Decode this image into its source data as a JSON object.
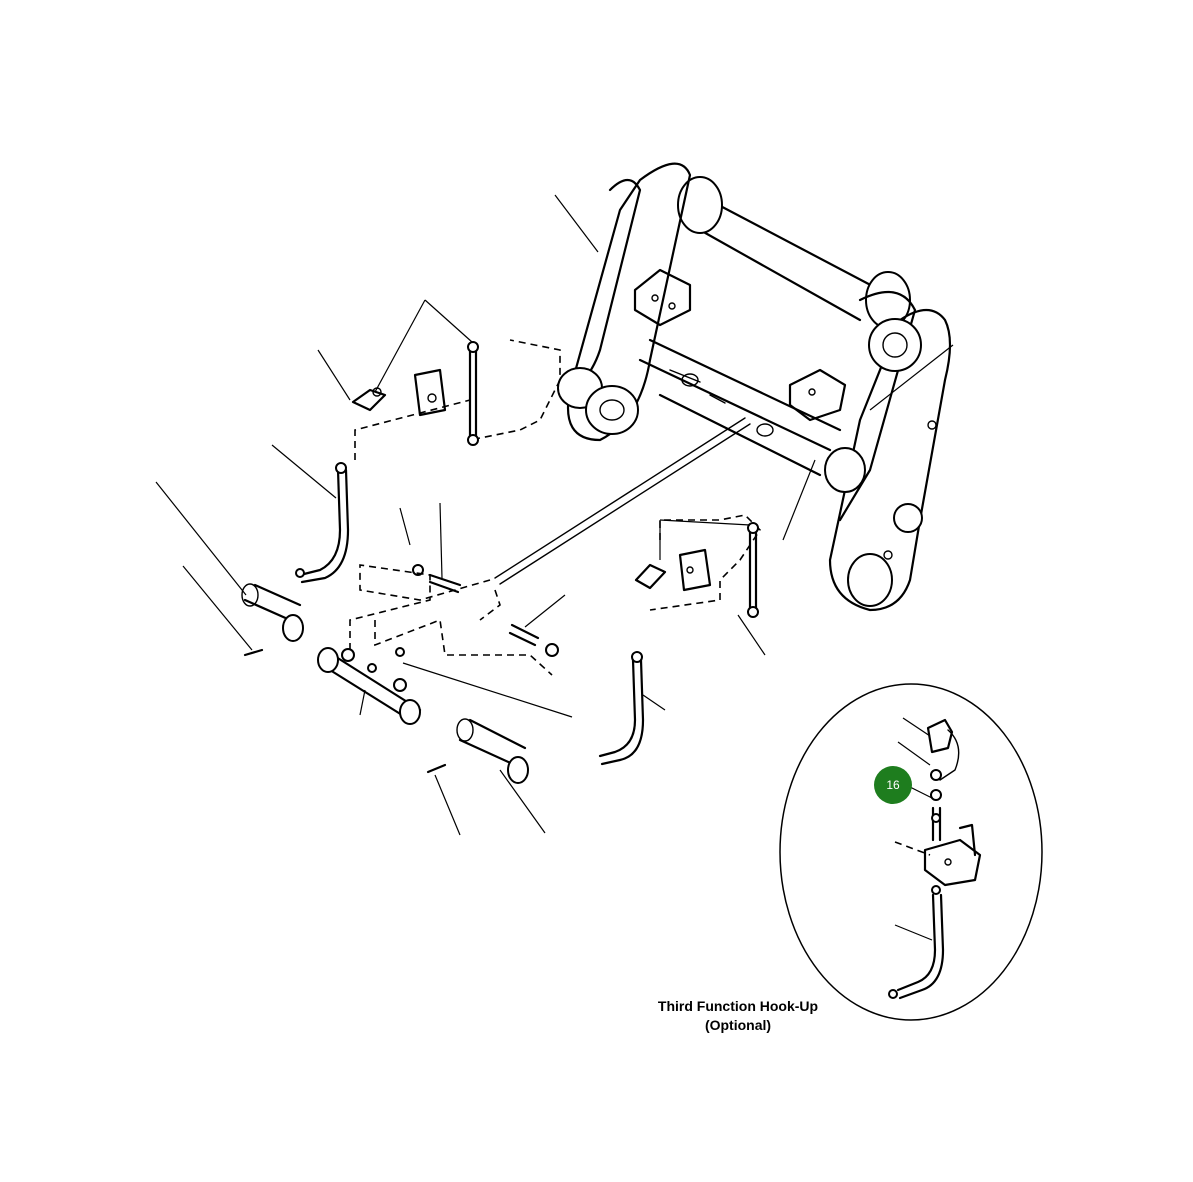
{
  "diagram": {
    "callout": {
      "label": "16",
      "color": "#1e7d1e"
    },
    "caption": {
      "line1": "Third Function Hook-Up",
      "line2": "(Optional)"
    },
    "icons": [
      "hydraulic-hose-icon",
      "coupler-frame-icon",
      "cylinder-icon",
      "pin-icon",
      "fitting-icon",
      "mounting-bracket-icon"
    ]
  }
}
